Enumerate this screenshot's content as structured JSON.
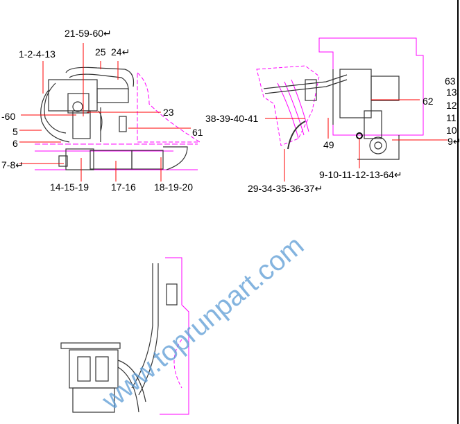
{
  "watermark": "www.toprunpart.com",
  "colors": {
    "callout": "#ff0000",
    "frame": "#ff00ff",
    "watermark": "#5b9bd5"
  },
  "view_left": {
    "labels": [
      "21-59-60↵",
      "1-2-4-13",
      "25",
      "24↵",
      "-60",
      "5",
      "6",
      "7-8↵",
      "23",
      "61",
      "14-15-19",
      "17-16",
      "18-19-20"
    ]
  },
  "view_right": {
    "labels": [
      "38-39-40-41",
      "49",
      "62",
      "63",
      "13",
      "12",
      "11",
      "10",
      "9↵",
      "9-10-11-12-13-64↵",
      "29-34-35-36-37↵"
    ]
  }
}
